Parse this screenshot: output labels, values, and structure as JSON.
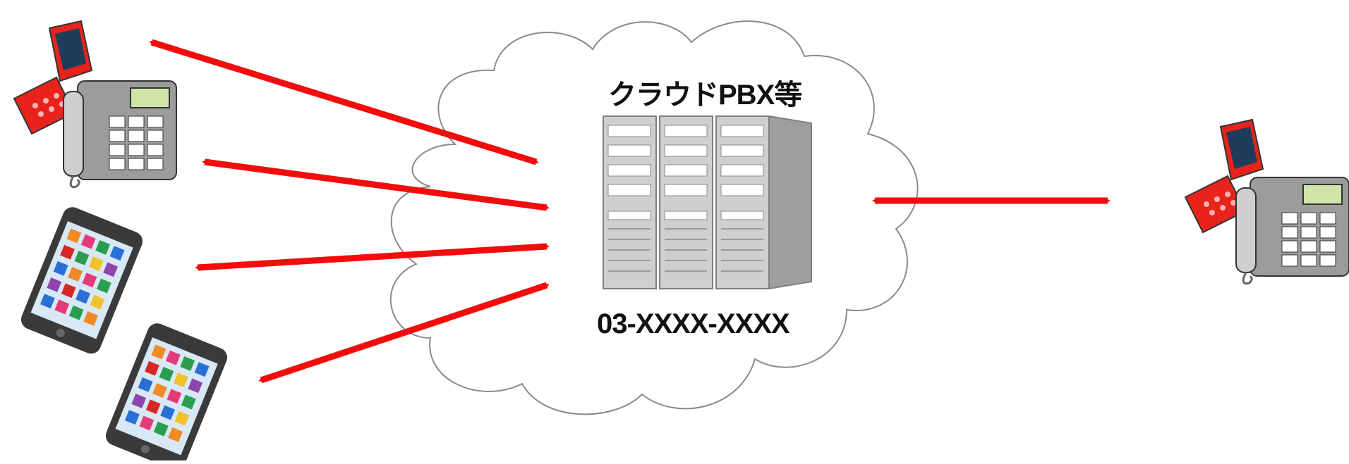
{
  "diagram": {
    "cloud": {
      "title": "クラウドPBX等",
      "phone_number": "03-XXXX-XXXX"
    },
    "colors": {
      "arrow": "#f20d0d",
      "cloud_stroke": "#8a8a8a",
      "server": "#d9d9d9",
      "server_dark": "#9e9e9e",
      "flip_phone": "#e8231b",
      "desk_phone": "#8c8c8c",
      "smartphone": "#3a3a3a"
    },
    "nodes": [
      {
        "name": "flip-phone-icon",
        "group": "left"
      },
      {
        "name": "desk-phone-icon",
        "group": "left"
      },
      {
        "name": "smartphone-icon",
        "group": "left"
      },
      {
        "name": "smartphone-icon",
        "group": "left"
      },
      {
        "name": "server-rack-icon",
        "group": "center"
      },
      {
        "name": "flip-phone-icon",
        "group": "right"
      },
      {
        "name": "desk-phone-icon",
        "group": "right"
      }
    ],
    "connections": [
      {
        "from": "flip-phone-left",
        "to": "cloud-pbx",
        "direction": "bidirectional"
      },
      {
        "from": "desk-phone-left",
        "to": "cloud-pbx",
        "direction": "bidirectional"
      },
      {
        "from": "smartphone-1",
        "to": "cloud-pbx",
        "direction": "bidirectional"
      },
      {
        "from": "smartphone-2",
        "to": "cloud-pbx",
        "direction": "bidirectional"
      },
      {
        "from": "cloud-pbx",
        "to": "external-phones",
        "direction": "bidirectional"
      }
    ]
  }
}
